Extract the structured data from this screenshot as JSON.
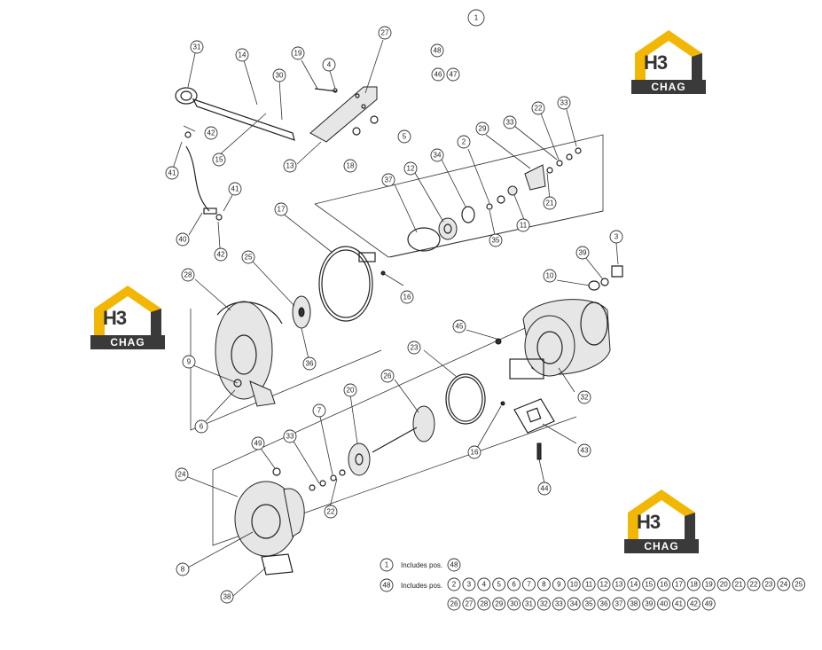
{
  "diagram": {
    "callouts": [
      "1",
      "2",
      "3",
      "4",
      "5",
      "6",
      "7",
      "8",
      "9",
      "10",
      "11",
      "12",
      "13",
      "14",
      "15",
      "16",
      "17",
      "18",
      "19",
      "20",
      "21",
      "22",
      "23",
      "24",
      "25",
      "26",
      "27",
      "28",
      "29",
      "30",
      "31",
      "32",
      "33",
      "34",
      "35",
      "36",
      "37",
      "38",
      "39",
      "40",
      "41",
      "42",
      "43",
      "44",
      "45",
      "46",
      "47",
      "48",
      "49"
    ]
  },
  "legend": {
    "row1": {
      "id": "1",
      "label": "Includes pos.",
      "items": [
        "48"
      ]
    },
    "row2": {
      "id": "48",
      "label": "Includes pos.",
      "items": [
        "2",
        "3",
        "4",
        "5",
        "6",
        "7",
        "8",
        "9",
        "10",
        "11",
        "12",
        "13",
        "14",
        "15",
        "16",
        "17",
        "18",
        "19",
        "20",
        "21",
        "22",
        "23",
        "24",
        "25"
      ],
      "items2": [
        "26",
        "27",
        "28",
        "29",
        "30",
        "31",
        "32",
        "33",
        "34",
        "35",
        "36",
        "37",
        "38",
        "39",
        "40",
        "41",
        "42",
        "49"
      ]
    }
  },
  "watermark": {
    "letters": "H3",
    "band": "CHAG",
    "accent": "#f2b705"
  }
}
